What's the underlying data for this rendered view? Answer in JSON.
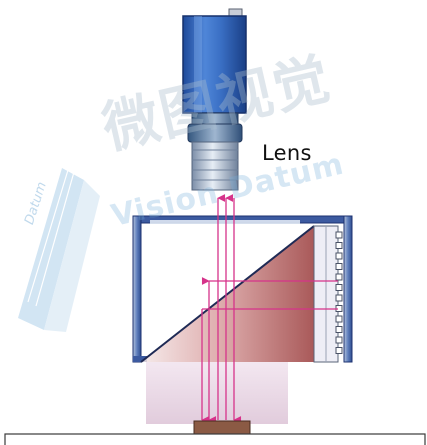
{
  "labels": {
    "lens": "Lens"
  },
  "watermark": {
    "chinese": "微图视觉",
    "english": "Vision Datum",
    "logo_text": "Datum"
  },
  "colors": {
    "camera_body": "#3a6fc4",
    "light_ray": "#d6338a",
    "housing": "#3c5aa0",
    "target": "#8b5a44"
  }
}
